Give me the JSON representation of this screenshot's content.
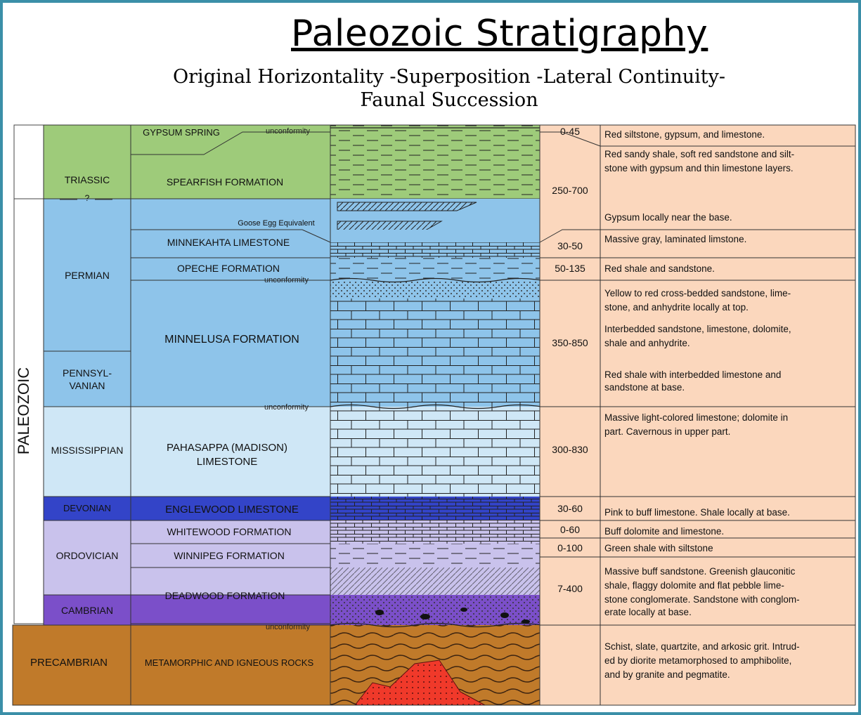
{
  "title": "Paleozoic Stratigraphy",
  "subtitle_line1": "Original Horizontality -Superposition -Lateral Continuity-",
  "subtitle_line2": "Faunal Succession",
  "era_label": "PALEOZOIC",
  "periods": [
    {
      "label": "TRIASSIC"
    },
    {
      "label": "?"
    },
    {
      "label": "PERMIAN"
    },
    {
      "label": "PENNSYL-"
    },
    {
      "label": "VANIAN"
    },
    {
      "label": "MISSISSIPPIAN"
    },
    {
      "label": "DEVONIAN"
    },
    {
      "label": "ORDOVICIAN"
    },
    {
      "label": "CAMBRIAN"
    },
    {
      "label": "PRECAMBRIAN"
    }
  ],
  "formations": [
    {
      "label": "GYPSUM SPRING"
    },
    {
      "label": "SPEARFISH FORMATION"
    },
    {
      "label": "Goose Egg Equivalent"
    },
    {
      "label": "MINNEKAHTA LIMESTONE"
    },
    {
      "label": "OPECHE FORMATION"
    },
    {
      "label": "MINNELUSA FORMATION"
    },
    {
      "label": "PAHASAPPA (MADISON)"
    },
    {
      "label": "LIMESTONE"
    },
    {
      "label": "ENGLEWOOD LIMESTONE"
    },
    {
      "label": "WHITEWOOD FORMATION"
    },
    {
      "label": "WINNIPEG FORMATION"
    },
    {
      "label": "DEADWOOD FORMATION"
    },
    {
      "label": "METAMORPHIC AND IGNEOUS ROCKS"
    }
  ],
  "unconformity_label": "unconformity",
  "thickness": [
    "0-45",
    "250-700",
    "30-50",
    "50-135",
    "350-850",
    "300-830",
    "30-60",
    "0-60",
    "0-100",
    "7-400"
  ],
  "descriptions": [
    "Red siltstone, gypsum, and limestone.",
    "Red sandy shale, soft red sandstone and silt-",
    "stone with gypsum and thin limestone layers.",
    "Gypsum locally near the base.",
    "Massive gray, laminated limstone.",
    "Red shale and sandstone.",
    "Yellow to red cross-bedded sandstone, lime-",
    "stone, and anhydrite locally at top.",
    "Interbedded sandstone, limestone, dolomite,",
    "shale and anhydrite.",
    "Red shale with interbedded limestone and",
    "sandstone at base.",
    "Massive light-colored limestone; dolomite in",
    "part. Cavernous in upper part.",
    "Pink to buff limestone. Shale locally at base.",
    "Buff dolomite and limestone.",
    "Green shale with siltstone",
    "Massive buff sandstone. Greenish glauconitic",
    "shale, flaggy dolomite and flat pebble lime-",
    "stone conglomerate. Sandstone with conglom-",
    "erate locally at base.",
    "Schist, slate, quartzite, and arkosic grit. Intrud-",
    "ed by diorite metamorphosed to amphibolite,",
    "and by granite and pegmatite."
  ],
  "colors": {
    "frame": "#3b8fa8",
    "triassic": "#9ecb7a",
    "permian": "#8ec4ea",
    "mississippian": "#cfe7f6",
    "devonian": "#3344c8",
    "ordovician": "#c9c2ec",
    "cambrian": "#7b4fc9",
    "precambrian": "#c07a2a",
    "description_bg": "#fbd7bd"
  }
}
